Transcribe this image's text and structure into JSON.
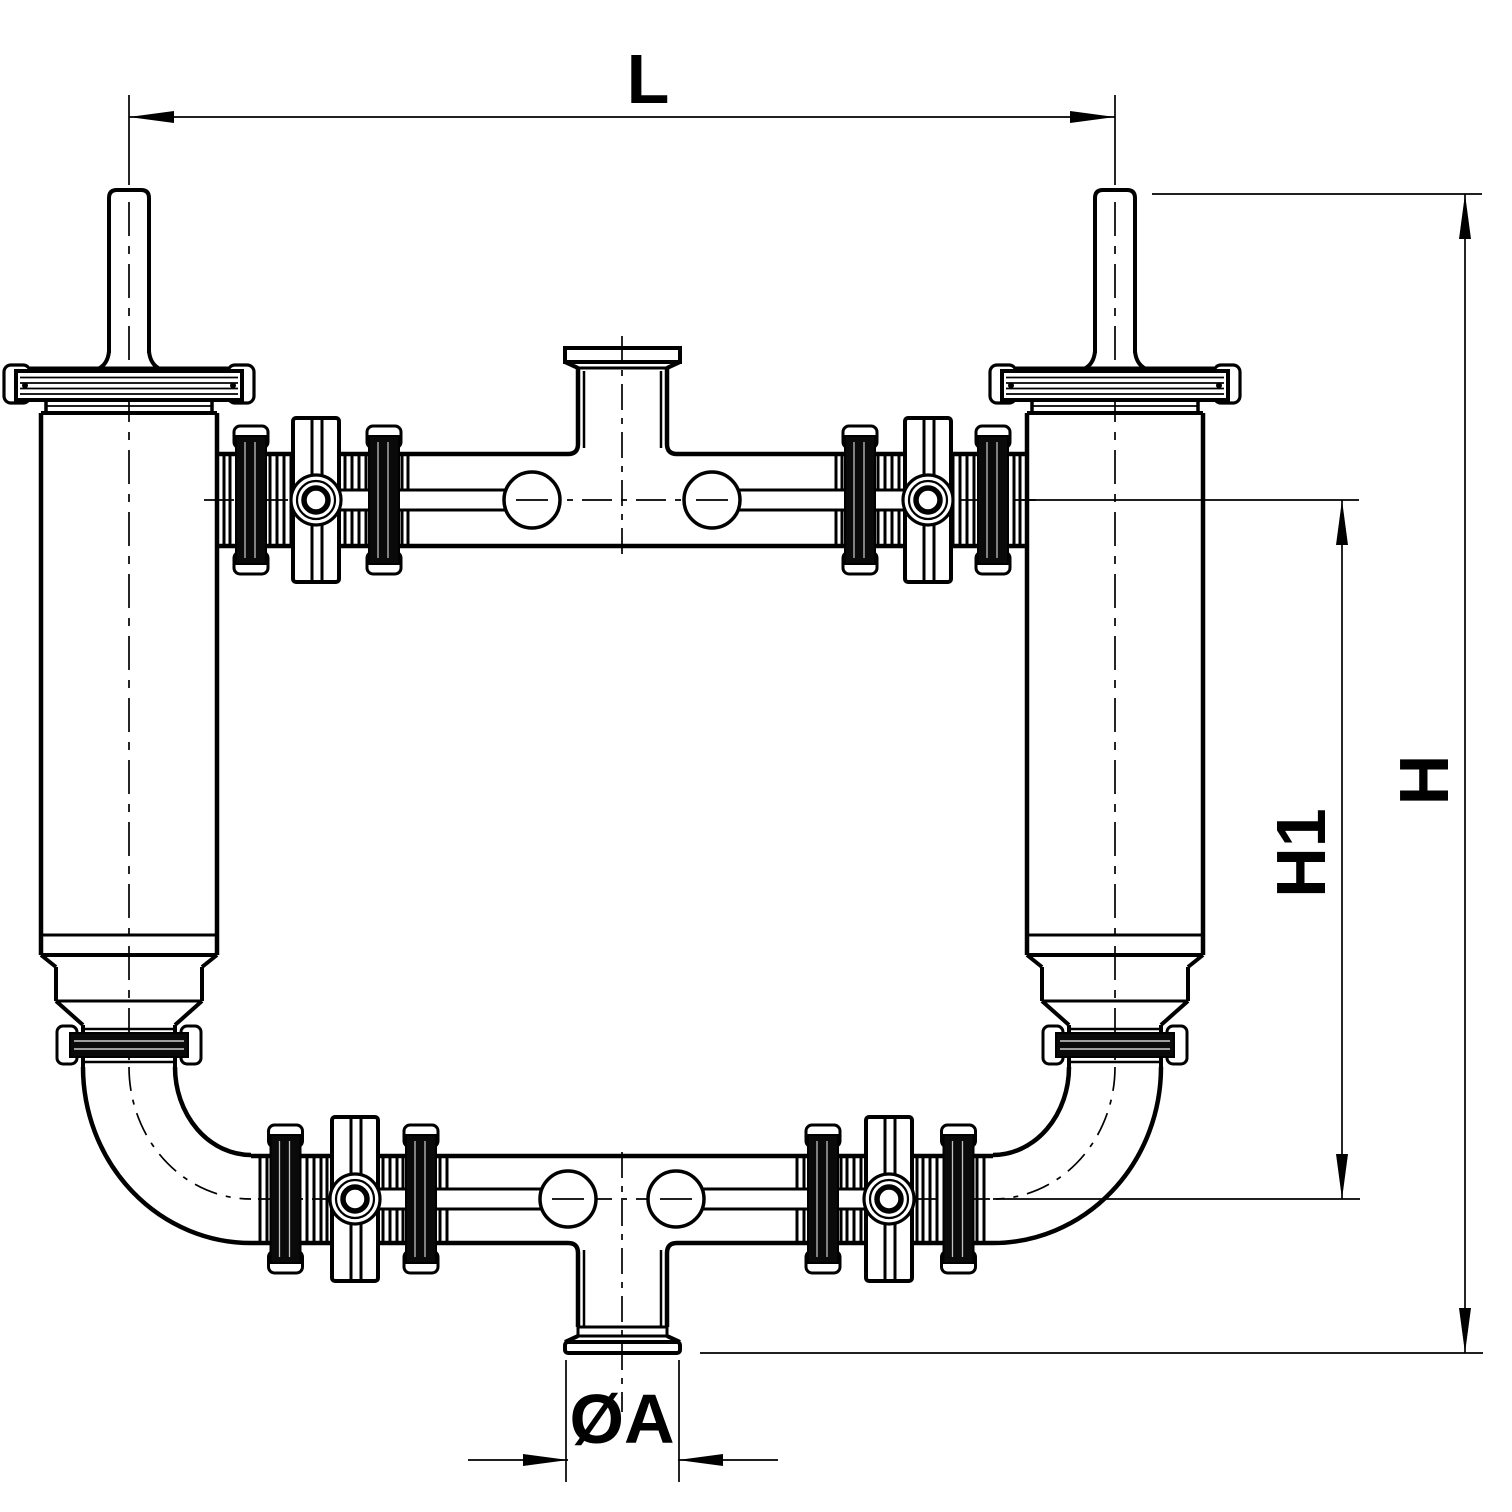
{
  "drawing": {
    "type": "technical-engineering-drawing",
    "colors": {
      "line": "#000000",
      "background": "#ffffff"
    },
    "dimensions": {
      "length": {
        "label": "L"
      },
      "overall_height": {
        "label": "H"
      },
      "intermediate_height": {
        "label": "H1"
      },
      "port_diameter": {
        "label": "ØA"
      }
    }
  }
}
